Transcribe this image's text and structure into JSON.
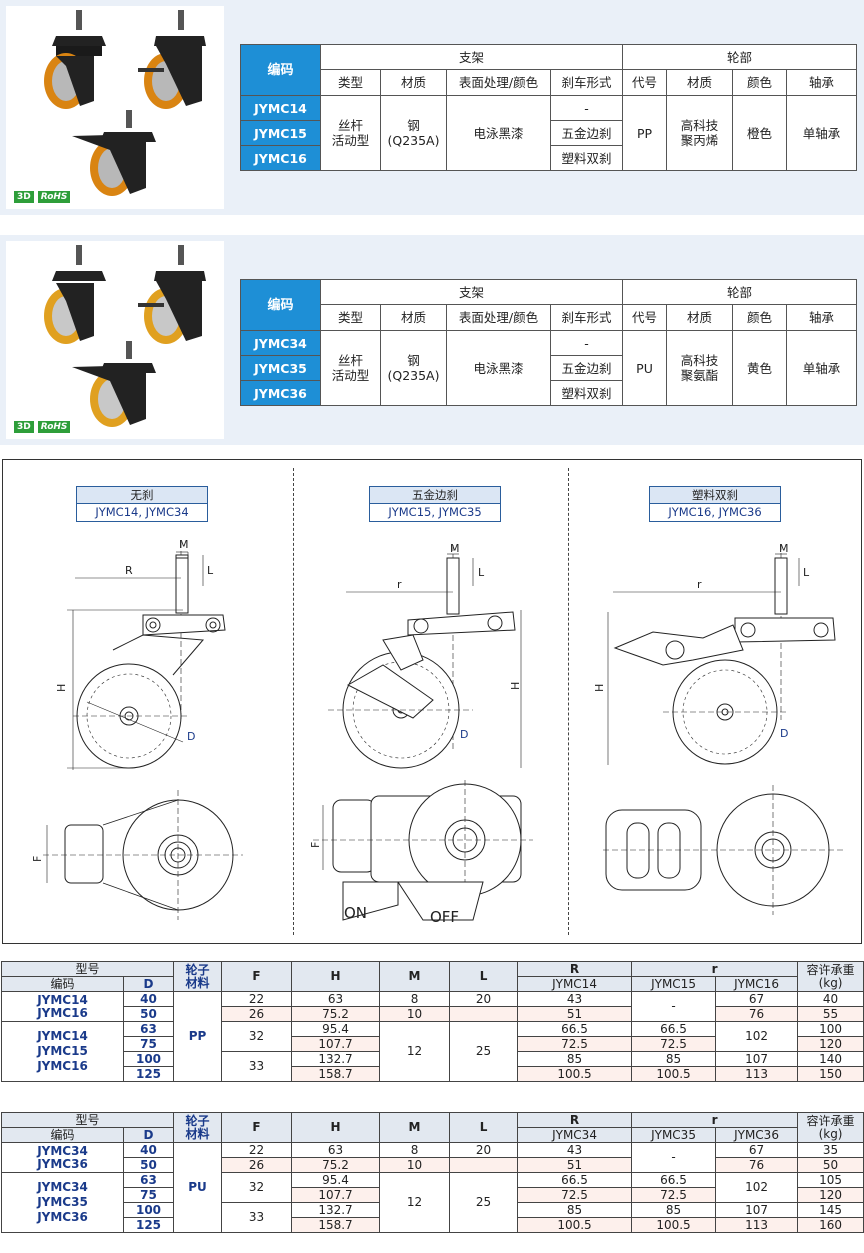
{
  "badges": {
    "d3": "3D",
    "rohs": "RoHS"
  },
  "spec_headers": {
    "code": "编码",
    "bracket": "支架",
    "wheel": "轮部",
    "type": "类型",
    "material": "材质",
    "surface": "表面处理/颜色",
    "brake": "刹车形式",
    "wcode": "代号",
    "wmaterial": "材质",
    "color": "颜色",
    "bearing": "轴承"
  },
  "spec1": {
    "codes": [
      "JYMC14",
      "JYMC15",
      "JYMC16"
    ],
    "type": "丝杆\n活动型",
    "material": "钢\n(Q235A)",
    "surface": "电泳黑漆",
    "brakes": [
      "-",
      "五金边刹",
      "塑料双刹"
    ],
    "wcode": "PP",
    "wmaterial": "高科技\n聚丙烯",
    "color": "橙色",
    "bearing": "单轴承"
  },
  "spec2": {
    "codes": [
      "JYMC34",
      "JYMC35",
      "JYMC36"
    ],
    "type": "丝杆\n活动型",
    "material": "钢\n(Q235A)",
    "surface": "电泳黑漆",
    "brakes": [
      "-",
      "五金边刹",
      "塑料双刹"
    ],
    "wcode": "PU",
    "wmaterial": "高科技\n聚氨酯",
    "color": "黄色",
    "bearing": "单轴承"
  },
  "captions": [
    {
      "title": "无刹",
      "sub": "JYMC14, JYMC34"
    },
    {
      "title": "五金边刹",
      "sub": "JYMC15, JYMC35"
    },
    {
      "title": "塑料双刹",
      "sub": "JYMC16, JYMC36"
    }
  ],
  "dim_labels": {
    "M": "M",
    "L": "L",
    "R": "R",
    "r": "r",
    "H": "H",
    "D": "D",
    "F": "F",
    "on": "ON",
    "off": "OFF"
  },
  "dim_headers": {
    "model": "型号",
    "code": "编码",
    "D": "D",
    "wheel_mat": "轮子\n材料",
    "F": "F",
    "H": "H",
    "M": "M",
    "L": "L",
    "R": "R",
    "r": "r",
    "load": "容许承重(kg)"
  },
  "dim1": {
    "R_sub": "JYMC14",
    "r_subs": [
      "JYMC15",
      "JYMC16"
    ],
    "codeA": "JYMC14\nJYMC16",
    "codeB": "JYMC14\nJYMC15\nJYMC16",
    "mat": "PP",
    "D": [
      "40",
      "50",
      "63",
      "75",
      "100",
      "125"
    ],
    "F": [
      "22",
      "26",
      "32",
      "33"
    ],
    "H": [
      "63",
      "75.2",
      "95.4",
      "107.7",
      "132.7",
      "158.7"
    ],
    "M": [
      "8",
      "10",
      "12"
    ],
    "L": [
      "20",
      "25"
    ],
    "R": [
      "43",
      "51",
      "66.5",
      "72.5",
      "85",
      "100.5"
    ],
    "r1": [
      "-",
      "66.5",
      "72.5",
      "85",
      "100.5"
    ],
    "r2": [
      "67",
      "76",
      "102",
      "107",
      "113"
    ],
    "load": [
      "40",
      "55",
      "100",
      "120",
      "140",
      "150"
    ]
  },
  "dim2": {
    "R_sub": "JYMC34",
    "r_subs": [
      "JYMC35",
      "JYMC36"
    ],
    "codeA": "JYMC34\nJYMC36",
    "codeB": "JYMC34\nJYMC35\nJYMC36",
    "mat": "PU",
    "D": [
      "40",
      "50",
      "63",
      "75",
      "100",
      "125"
    ],
    "F": [
      "22",
      "26",
      "32",
      "33"
    ],
    "H": [
      "63",
      "75.2",
      "95.4",
      "107.7",
      "132.7",
      "158.7"
    ],
    "M": [
      "8",
      "10",
      "12"
    ],
    "L": [
      "20",
      "25"
    ],
    "R": [
      "43",
      "51",
      "66.5",
      "72.5",
      "85",
      "100.5"
    ],
    "r1": [
      "-",
      "66.5",
      "72.5",
      "85",
      "100.5"
    ],
    "r2": [
      "67",
      "76",
      "102",
      "107",
      "113"
    ],
    "load": [
      "35",
      "50",
      "105",
      "120",
      "145",
      "160"
    ]
  }
}
